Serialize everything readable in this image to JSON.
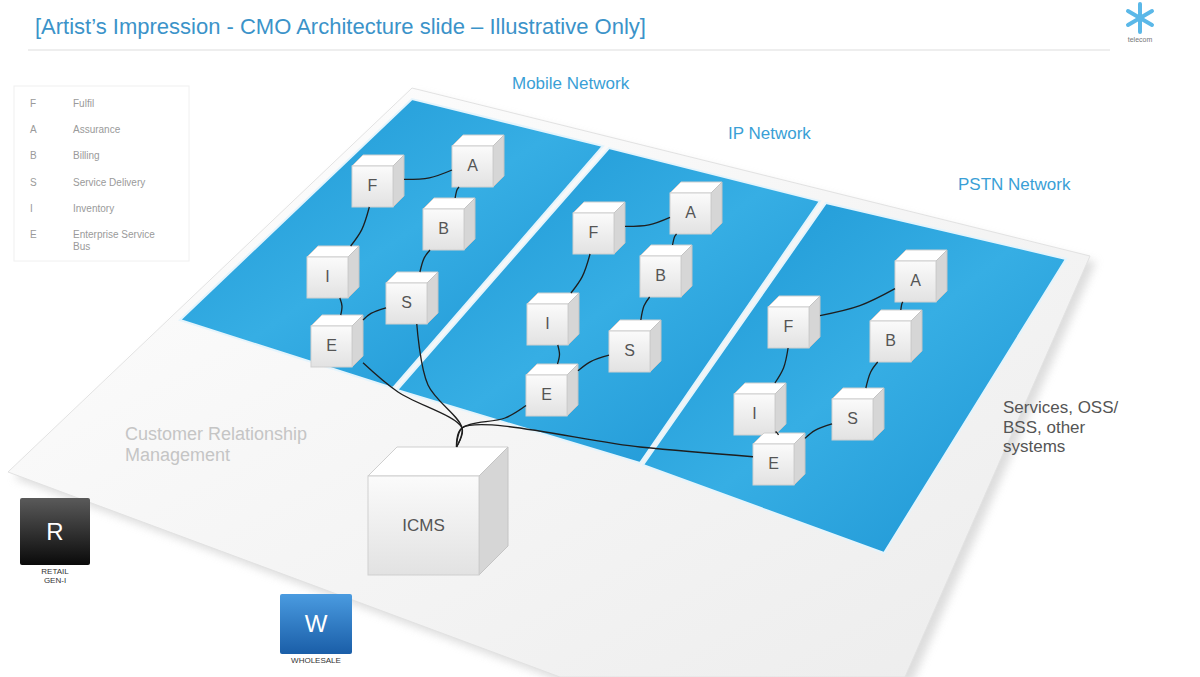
{
  "diagram": {
    "title": "[Artist’s Impression - CMO Architecture slide – Illustrative Only]",
    "nodes": [
      {
        "text": [
          "Customer Relationship Management"
        ]
      },
      {
        "text": [
          "Mobile Network"
        ],
        "in": 0
      },
      {
        "text": [
          "F"
        ],
        "in": 1
      },
      {
        "text": [
          "A"
        ],
        "in": 1
      },
      {
        "text": [
          "B"
        ],
        "in": 1
      },
      {
        "text": [
          "I"
        ],
        "in": 1
      },
      {
        "text": [
          "S"
        ],
        "in": 1
      },
      {
        "text": [
          "E"
        ],
        "in": 1
      },
      {
        "text": [
          "IP Network"
        ],
        "in": 0
      },
      {
        "text": [
          "F"
        ],
        "in": 8
      },
      {
        "text": [
          "A"
        ],
        "in": 8
      },
      {
        "text": [
          "B"
        ],
        "in": 8
      },
      {
        "text": [
          "I"
        ],
        "in": 8
      },
      {
        "text": [
          "S"
        ],
        "in": 8
      },
      {
        "text": [
          "E"
        ],
        "in": 8
      },
      {
        "text": [
          "PSTN Network"
        ],
        "in": 0
      },
      {
        "text": [
          "F"
        ],
        "in": 15
      },
      {
        "text": [
          "A"
        ],
        "in": 15
      },
      {
        "text": [
          "B"
        ],
        "in": 15
      },
      {
        "text": [
          "I"
        ],
        "in": 15
      },
      {
        "text": [
          "S"
        ],
        "in": 15
      },
      {
        "text": [
          "E"
        ],
        "in": 15
      },
      {
        "text": [
          "ICMS"
        ],
        "in": 0
      },
      {
        "text": [
          "R",
          "RETAIL GEN-I"
        ]
      },
      {
        "text": [
          "W",
          "WHOLESALE"
        ]
      }
    ],
    "edges": [
      {
        "from": 2,
        "to": 3,
        "arrow": "none"
      },
      {
        "from": 3,
        "to": 4,
        "arrow": "none"
      },
      {
        "from": 4,
        "to": 6,
        "arrow": "none"
      },
      {
        "from": 6,
        "to": 7,
        "arrow": "none"
      },
      {
        "from": 7,
        "to": 5,
        "arrow": "none"
      },
      {
        "from": 5,
        "to": 2,
        "arrow": "none"
      },
      {
        "from": 9,
        "to": 10,
        "arrow": "none"
      },
      {
        "from": 10,
        "to": 11,
        "arrow": "none"
      },
      {
        "from": 11,
        "to": 13,
        "arrow": "none"
      },
      {
        "from": 13,
        "to": 14,
        "arrow": "none"
      },
      {
        "from": 14,
        "to": 12,
        "arrow": "none"
      },
      {
        "from": 12,
        "to": 9,
        "arrow": "none"
      },
      {
        "from": 16,
        "to": 17,
        "arrow": "none"
      },
      {
        "from": 17,
        "to": 18,
        "arrow": "none"
      },
      {
        "from": 18,
        "to": 20,
        "arrow": "none"
      },
      {
        "from": 20,
        "to": 21,
        "arrow": "none"
      },
      {
        "from": 21,
        "to": 19,
        "arrow": "none"
      },
      {
        "from": 19,
        "to": 16,
        "arrow": "none"
      },
      {
        "from": 7,
        "to": 22,
        "arrow": "none"
      },
      {
        "from": 6,
        "to": 22,
        "arrow": "none"
      },
      {
        "from": 14,
        "to": 22,
        "arrow": "none"
      },
      {
        "from": 21,
        "to": 22,
        "arrow": "none"
      }
    ],
    "labels": [
      "F",
      "Fulfil",
      "A",
      "Assurance",
      "B",
      "Billing",
      "S",
      "Service Delivery",
      "I",
      "Inventory",
      "E",
      "Enterprise Service Bus",
      "Services, OSS/ BSS, other systems",
      "telecom"
    ]
  }
}
